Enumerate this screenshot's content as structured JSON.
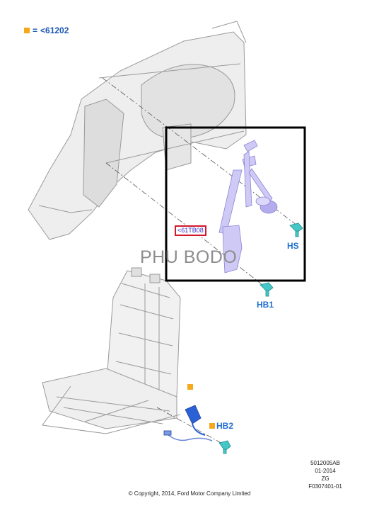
{
  "legend": {
    "symbol": "orange-square",
    "equals": "=",
    "code": "<61202",
    "symbol_color": "#f5a81c",
    "text_color": "#1c58b5"
  },
  "callouts": {
    "hs": "HS",
    "hb1": "HB1",
    "hb2": "HB2"
  },
  "part_tag": "<61TB08",
  "watermark": "PHU BODO",
  "drawing_info": {
    "part_number": "5012005AB",
    "date": "01-2014",
    "revision": "ZG",
    "figure": "F0307401-01"
  },
  "copyright": "© Copyright, 2014, Ford Motor Company Limited",
  "colors": {
    "callout": "#1f6fcf",
    "highlight_box": "#000000",
    "tag_border": "#d3182c",
    "belt": "#b9b3ee",
    "bolt": "#45c7c8",
    "buckle": "#2a62d6"
  }
}
